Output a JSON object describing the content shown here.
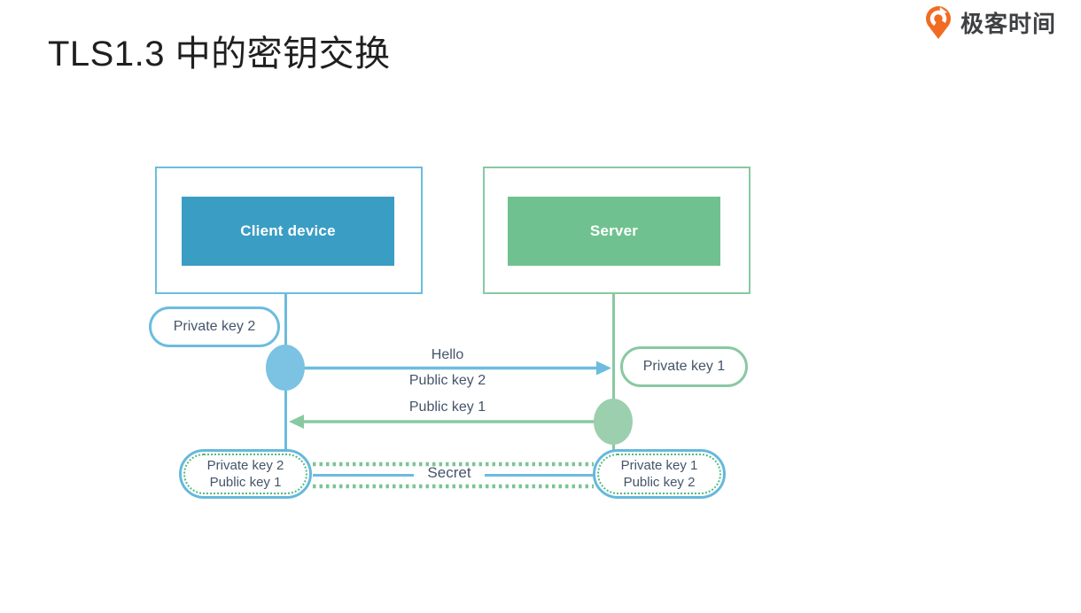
{
  "header": {
    "title": "TLS1.3 中的密钥交换",
    "logo": {
      "text": "极客时间",
      "icon": "geektime-pin-icon",
      "brand_orange": "#f16c23",
      "text_color": "#3f4043"
    }
  },
  "diagram": {
    "colors": {
      "client_border": "#6cbcdf",
      "client_fill": "#3a9dc4",
      "client_node": "#7cc2e2",
      "server_border": "#89c9a2",
      "server_fill": "#6fc28f",
      "server_node": "#9bcfad",
      "secret_dotted_green": "#7cc497",
      "label_text": "#44546a"
    },
    "client": {
      "label": "Client device"
    },
    "server": {
      "label": "Server"
    },
    "client_private_key": {
      "label": "Private key 2"
    },
    "server_private_key": {
      "label": "Private key 1"
    },
    "messages": {
      "hello": "Hello",
      "public_key_2": "Public key 2",
      "public_key_1": "Public key 1",
      "secret": "Secret"
    },
    "client_result": {
      "line1": "Private key 2",
      "line2": "Public key 1"
    },
    "server_result": {
      "line1": "Private key 1",
      "line2": "Public key 2"
    }
  }
}
